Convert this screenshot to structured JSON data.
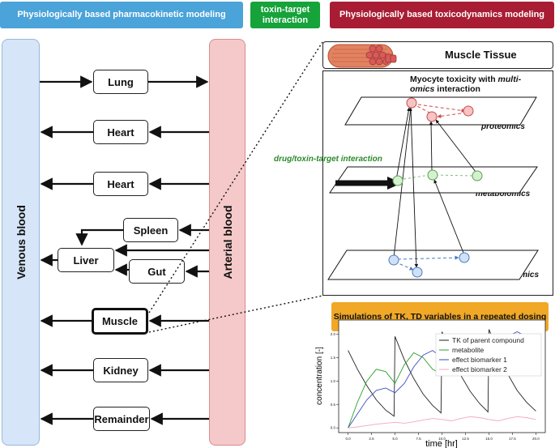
{
  "headers": {
    "pbpk": "Physiologically based pharmacokinetic modeling",
    "tti_line1": "toxin-target",
    "tti_line2": "interaction",
    "pbtd": "Physiologically based toxicodynamics modeling"
  },
  "blood": {
    "venous": "Venous blood",
    "arterial": "Arterial blood"
  },
  "organs": {
    "lung": "Lung",
    "heart1": "Heart",
    "heart2": "Heart",
    "spleen": "Spleen",
    "liver": "Liver",
    "gut": "Gut",
    "muscle": "Muscle",
    "kidney": "Kidney",
    "remainder": "Remainder"
  },
  "muscle_tissue": {
    "title": "Muscle Tissue"
  },
  "multiomics": {
    "title_line1_prefix": "Myocyte toxicity with ",
    "title_line1_italic": "multi-",
    "title_line2_italic": "omics",
    "title_line2_suffix": " interaction",
    "drug_target": "drug/toxin-target interaction",
    "layers": {
      "proteomics": "proteomics",
      "metabolomics": "metabolomics",
      "transcriptomics": "transcriptomics"
    }
  },
  "simulation": {
    "title": "Simulations of TK, TD variables in a repeated dosing"
  },
  "chart_data": {
    "type": "line",
    "xlabel": "time [hr]",
    "ylabel": "concentration [-]",
    "xlim": [
      -1,
      21
    ],
    "ylim": [
      -0.1,
      2.3
    ],
    "xticks": [
      "0.0",
      "2.5",
      "5.0",
      "7.5",
      "10.0",
      "12.5",
      "15.0",
      "17.5",
      "20.0"
    ],
    "yticks": [
      "0.0",
      "0.5",
      "1.0",
      "1.5",
      "2.0"
    ],
    "legend_position": "right",
    "series": [
      {
        "name": "TK of parent compound",
        "color": "#222222",
        "x": [
          0,
          0.5,
          1,
          2,
          3,
          4,
          4.9,
          5,
          5.5,
          6,
          7,
          8,
          9,
          9.9,
          10,
          10.5,
          11,
          12,
          13,
          14,
          14.9,
          15,
          15.5,
          16,
          17,
          18,
          19,
          20
        ],
        "y": [
          1.65,
          1.45,
          1.25,
          0.9,
          0.6,
          0.38,
          0.25,
          1.95,
          1.7,
          1.45,
          1.05,
          0.72,
          0.48,
          0.32,
          2.05,
          1.8,
          1.55,
          1.12,
          0.78,
          0.52,
          0.34,
          2.1,
          1.85,
          1.6,
          1.15,
          0.8,
          0.55,
          0.36
        ]
      },
      {
        "name": "metabolite",
        "color": "#2ca02c",
        "x": [
          0,
          1,
          2,
          3,
          4,
          5,
          6,
          7,
          8,
          9,
          10,
          11,
          12,
          13,
          14,
          15,
          16,
          17,
          18,
          19,
          20
        ],
        "y": [
          0.0,
          0.55,
          1.0,
          1.25,
          1.2,
          0.95,
          1.35,
          1.6,
          1.5,
          1.25,
          1.15,
          1.55,
          1.75,
          1.6,
          1.3,
          1.2,
          1.6,
          1.8,
          1.65,
          1.35,
          1.25
        ]
      },
      {
        "name": "effect biomarker 1",
        "color": "#3b4cc0",
        "x": [
          0,
          1,
          2,
          3,
          4,
          5,
          6,
          7,
          8,
          9,
          10,
          11,
          12,
          13,
          14,
          15,
          16,
          17,
          18,
          19,
          20
        ],
        "y": [
          0.0,
          0.3,
          0.6,
          0.8,
          0.85,
          0.75,
          0.95,
          1.3,
          1.55,
          1.65,
          1.5,
          1.5,
          1.75,
          1.9,
          1.85,
          1.7,
          1.75,
          1.95,
          2.05,
          1.95,
          1.8
        ]
      },
      {
        "name": "effect biomarker 2",
        "color": "#f4a6c0",
        "x": [
          0,
          1,
          2,
          3,
          4,
          5,
          6,
          7,
          8,
          9,
          10,
          11,
          12,
          13,
          14,
          15,
          16,
          17,
          18,
          19,
          20
        ],
        "y": [
          0.0,
          0.02,
          0.05,
          0.08,
          0.1,
          0.12,
          0.1,
          0.13,
          0.17,
          0.2,
          0.18,
          0.15,
          0.2,
          0.24,
          0.22,
          0.18,
          0.15,
          0.2,
          0.24,
          0.22,
          0.18
        ]
      }
    ]
  }
}
